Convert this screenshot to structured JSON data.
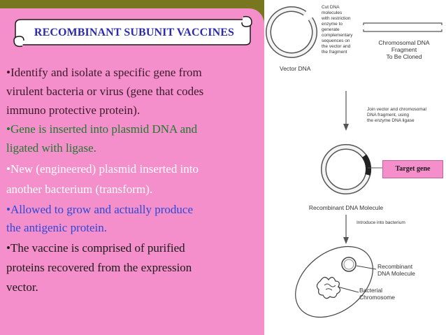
{
  "title": "RECOMBINANT SUBUNIT VACCINES",
  "bullets": [
    {
      "lines": [
        "•Identify and isolate a specific gene from",
        "virulent bacteria or virus (gene that codes",
        "immuno protective protein)."
      ],
      "color": "#3a1a2a"
    },
    {
      "lines": [
        "•Gene is inserted into plasmid DNA and",
        " ligated with ligase."
      ],
      "color": "#1f7a2e"
    },
    {
      "lines": [
        "•New (engineered) plasmid inserted into",
        " another bacterium (transform)."
      ],
      "color": "#ffffff"
    },
    {
      "lines": [
        "•Allowed to grow and actually produce",
        " the antigenic protein."
      ],
      "color": "#2a4ad8"
    },
    {
      "lines": [
        "•The vaccine is comprised of purified",
        "proteins recovered from the expression",
        " vector."
      ],
      "color": "#1a1a1a"
    }
  ],
  "diagram": {
    "vector_dna_label": "Vector DNA",
    "cut_dna_text": [
      "Cut DNA",
      "molecules",
      "with restriction",
      "enzyme to",
      "generate",
      "complementary",
      "sequences on",
      "the vector and",
      "the fragment"
    ],
    "chromosomal_label": [
      "Chromosomal DNA",
      "Fragment",
      "To Be Cloned"
    ],
    "join_text": [
      "Join vector and chromosomal",
      "DNA fragment, using",
      "the enzyme DNA ligase"
    ],
    "target_gene_label": "Target gene",
    "recombinant_label": "Recombinant DNA Molecule",
    "introduce_text": "Introduce into bacterium",
    "cell_recombinant_label": [
      "Recombinant",
      "DNA Molecule"
    ],
    "bacterial_chromosome_label": [
      "Bacterial",
      "Chromosome"
    ]
  }
}
